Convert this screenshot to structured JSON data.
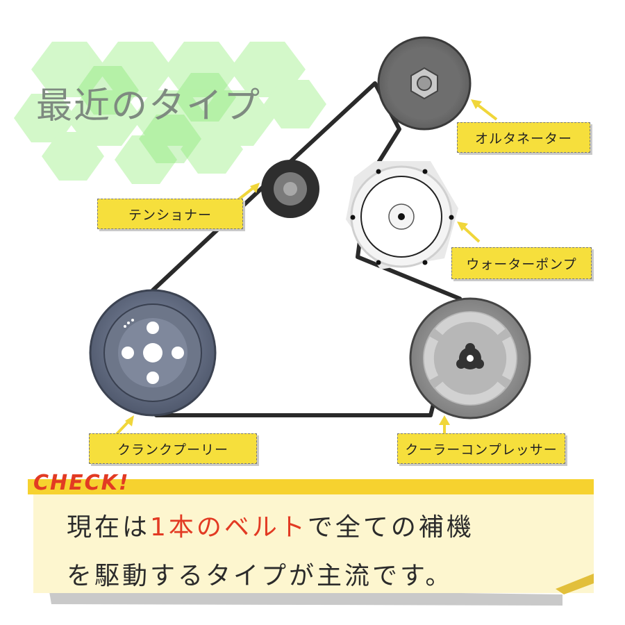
{
  "title": "最近のタイプ",
  "components": {
    "alternator": "オルタネーター",
    "tensioner": "テンショナー",
    "water_pump": "ウォーターポンプ",
    "crank_pulley": "クランクプーリー",
    "ac_compressor": "クーラーコンプレッサー"
  },
  "check": {
    "label": "CHECK!",
    "line1_before": "現在は",
    "line1_highlight": "1本のベルト",
    "line1_after": "で全ての補機",
    "line2": "を駆動するタイプが主流です。"
  },
  "colors": {
    "tag_yellow": "#f6df3c",
    "highlight_red": "#e23a23",
    "hexagon_green": "#9ef08a",
    "belt": "#2a2a2a",
    "note_bg": "#fdf6cf"
  }
}
